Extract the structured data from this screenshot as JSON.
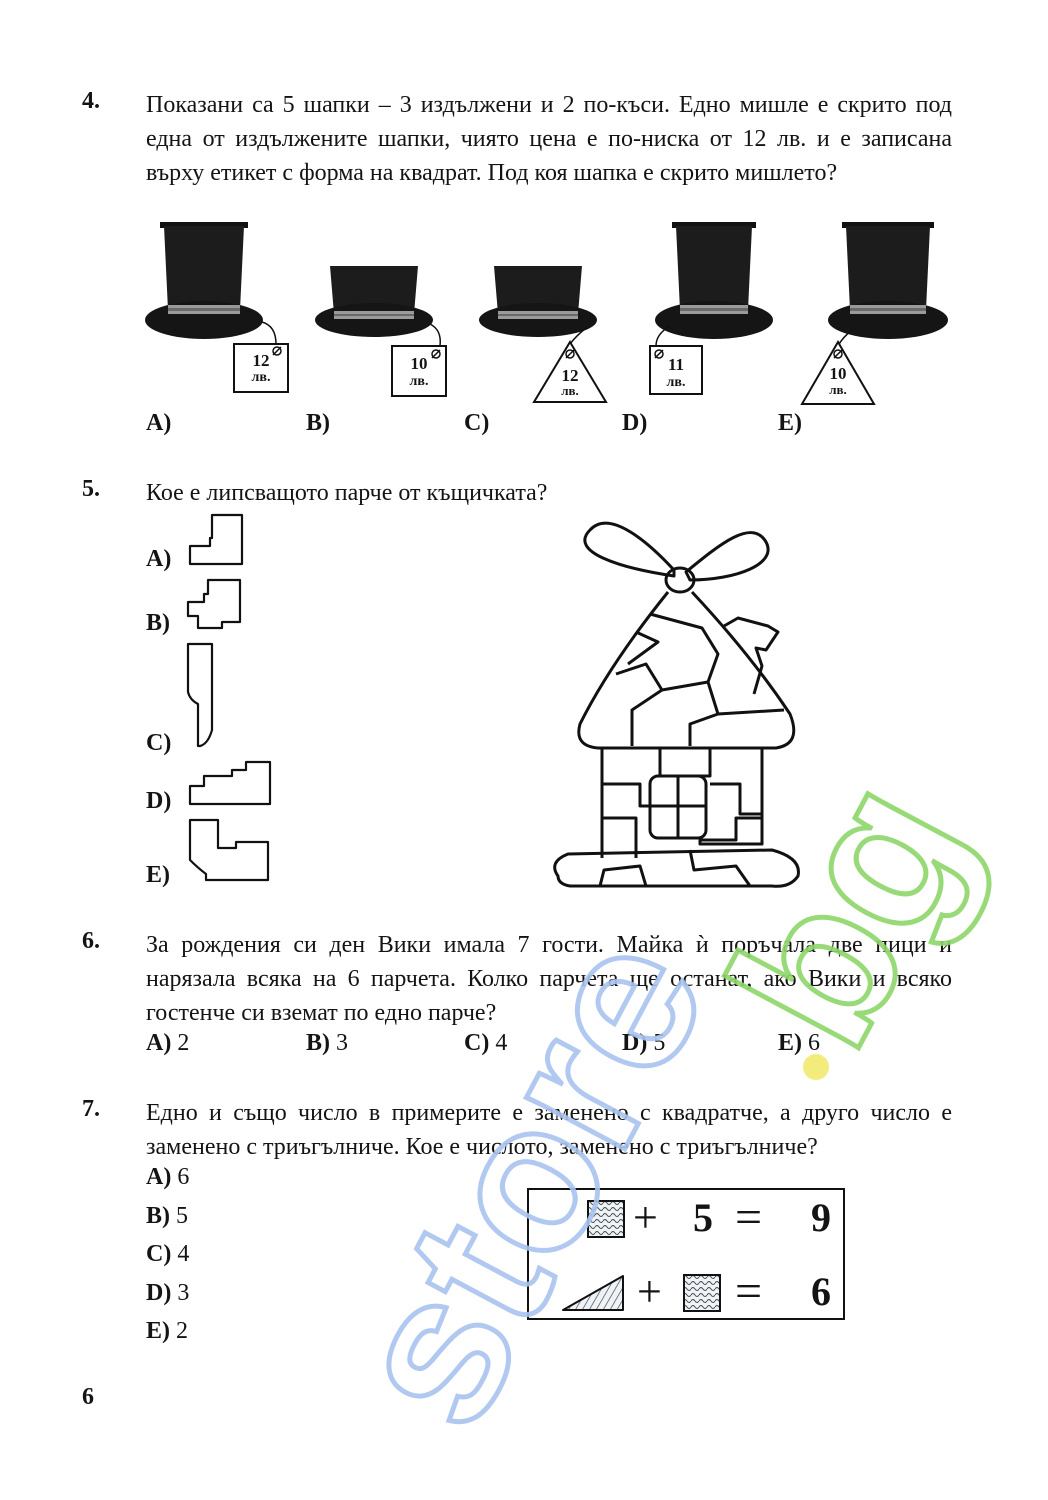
{
  "q4": {
    "number": "4.",
    "text": "Показани са 5 шапки – 3 издължени и 2 по-къси. Едно мишле е скрито под една от издължените шапки, чиято цена е по-ниска от 12 лв. и е записана върху етикет с форма на квадрат. Под коя шапка е скрито мишлето?",
    "hats": [
      {
        "letter": "A)",
        "price": "12",
        "unit": "лв.",
        "tag": "square",
        "tall": true
      },
      {
        "letter": "B)",
        "price": "10",
        "unit": "лв.",
        "tag": "square",
        "tall": false
      },
      {
        "letter": "C)",
        "price": "12",
        "unit": "лв.",
        "tag": "triangle",
        "tall": false
      },
      {
        "letter": "D)",
        "price": "11",
        "unit": "лв.",
        "tag": "square",
        "tall": true
      },
      {
        "letter": "E)",
        "price": "10",
        "unit": "лв.",
        "tag": "triangle",
        "tall": true
      }
    ]
  },
  "q5": {
    "number": "5.",
    "text": "Кое е липсващото парче от къщичката?",
    "options": [
      "A)",
      "B)",
      "C)",
      "D)",
      "E)"
    ]
  },
  "q6": {
    "number": "6.",
    "text": "За рождения си ден Вики имала 7 гости. Майка ѝ поръчала две пици и нарязала всяка на 6 парчета. Колко парчета ще останат, ако Вики и всяко гостенче си вземат по едно парче?",
    "options": [
      {
        "letter": "A)",
        "value": "2"
      },
      {
        "letter": "B)",
        "value": "3"
      },
      {
        "letter": "C)",
        "value": "4"
      },
      {
        "letter": "D)",
        "value": "5"
      },
      {
        "letter": "E)",
        "value": "6"
      }
    ]
  },
  "q7": {
    "number": "7.",
    "text": "Едно и също число в примерите е заменено с квадратче, а друго число е заменено с триъгълниче. Кое е числото, заменено с триъгълниче?",
    "options": [
      {
        "letter": "A)",
        "value": "6"
      },
      {
        "letter": "B)",
        "value": "5"
      },
      {
        "letter": "C)",
        "value": "4"
      },
      {
        "letter": "D)",
        "value": "3"
      },
      {
        "letter": "E)",
        "value": "2"
      }
    ],
    "equations": [
      {
        "plus": "+",
        "number": "5",
        "equals": "=",
        "result": "9"
      },
      {
        "plus": "+",
        "equals": "=",
        "result": "6"
      }
    ]
  },
  "page_number": "6",
  "watermark": "store.bg",
  "colors": {
    "watermark_green": "#8fd66a",
    "watermark_blue": "#a9c4ef",
    "watermark_yellow": "#f2ea6e",
    "ink": "#141414"
  }
}
